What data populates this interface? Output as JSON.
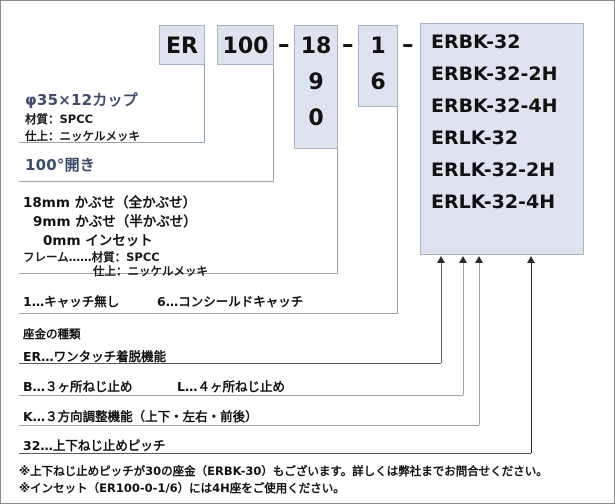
{
  "diagram": {
    "title": "ER100-18-1-ERBK-32 part number breakdown",
    "accent_color": "#3f4c6b",
    "box_fill": "#dde4f0",
    "box_border": "#a9b4c6"
  },
  "code_boxes": [
    {
      "id": "series",
      "lines": [
        "ER"
      ]
    },
    {
      "id": "opening-angle",
      "lines": [
        "100"
      ]
    },
    {
      "id": "overlay",
      "lines": [
        "18",
        "9",
        "0"
      ]
    },
    {
      "id": "catch",
      "lines": [
        "1",
        "6"
      ]
    }
  ],
  "separators": [
    "–",
    "–",
    "–"
  ],
  "model_box": {
    "id": "mounting-plate-models",
    "models": [
      "ERBK-32",
      "ERBK-32-2H",
      "ERBK-32-4H",
      "ERLK-32",
      "ERLK-32-2H",
      "ERLK-32-4H"
    ]
  },
  "descriptions": {
    "cup": {
      "heading": "φ35×12カップ",
      "material": "材質：SPCC",
      "finish": "仕上：ニッケルメッキ"
    },
    "angle": {
      "heading": "100°開き"
    },
    "overlay": {
      "line1": "18mm かぶせ（全かぶせ）",
      "line2": "9mm かぶせ（半かぶせ）",
      "line3": "0mm インセット"
    },
    "frame": {
      "label": "フレーム……材質：SPCC",
      "finish": "仕上：ニッケルメッキ"
    }
  },
  "legend": [
    {
      "id": "catch-type",
      "left": "1…キャッチ無し",
      "right": "6…コンシールドキャッチ"
    },
    {
      "id": "plate-kind-title",
      "left": "座金の種類",
      "right": ""
    },
    {
      "id": "plate-er",
      "left": "ER…ワンタッチ着脱機能",
      "right": ""
    },
    {
      "id": "plate-bl",
      "left": "B…３ヶ所ねじ止め",
      "right": "L…４ヶ所ねじ止め"
    },
    {
      "id": "plate-k",
      "left": "K…３方向調整機能（上下・左右・前後）",
      "right": ""
    },
    {
      "id": "plate-32",
      "left": "32…上下ねじ止めピッチ",
      "right": ""
    }
  ],
  "footnotes": [
    "※上下ねじ止めピッチが30の座金（ERBK-30）もございます。詳しくは弊社までお問合せください。",
    "※インセット（ER100-0-1/6）には4H座をご使用ください。"
  ]
}
